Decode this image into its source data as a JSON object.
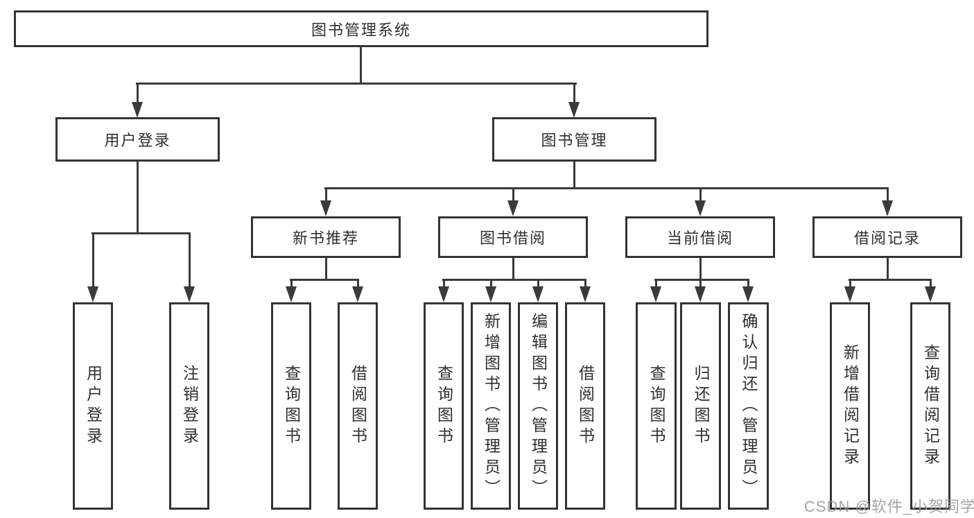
{
  "diagram": {
    "root": {
      "label": "图书管理系统"
    },
    "level2": [
      {
        "label": "用户登录"
      },
      {
        "label": "图书管理"
      }
    ],
    "level3": [
      {
        "label": "新书推荐"
      },
      {
        "label": "图书借阅"
      },
      {
        "label": "当前借阅"
      },
      {
        "label": "借阅记录"
      }
    ],
    "leafGroups": [
      {
        "parent": "用户登录",
        "items": [
          {
            "label": "用户登录"
          },
          {
            "label": "注销登录"
          }
        ]
      },
      {
        "parent": "新书推荐",
        "items": [
          {
            "label": "查询图书"
          },
          {
            "label": "借阅图书"
          }
        ]
      },
      {
        "parent": "图书借阅",
        "items": [
          {
            "label": "查询图书"
          },
          {
            "label": "新增图书（管理员）"
          },
          {
            "label": "编辑图书（管理员）"
          },
          {
            "label": "借阅图书"
          }
        ]
      },
      {
        "parent": "当前借阅",
        "items": [
          {
            "label": "查询图书"
          },
          {
            "label": "归还图书"
          },
          {
            "label": "确认归还（管理员）"
          }
        ]
      },
      {
        "parent": "借阅记录",
        "items": [
          {
            "label": "新增借阅记录"
          },
          {
            "label": "查询借阅记录"
          }
        ]
      }
    ],
    "watermark": "CSDN @软件_小贺同学",
    "colors": {
      "line": "#3a3a3a",
      "border": "#333333",
      "text": "#2f2f2f",
      "background": "#ffffff",
      "watermark": "#999999"
    }
  }
}
